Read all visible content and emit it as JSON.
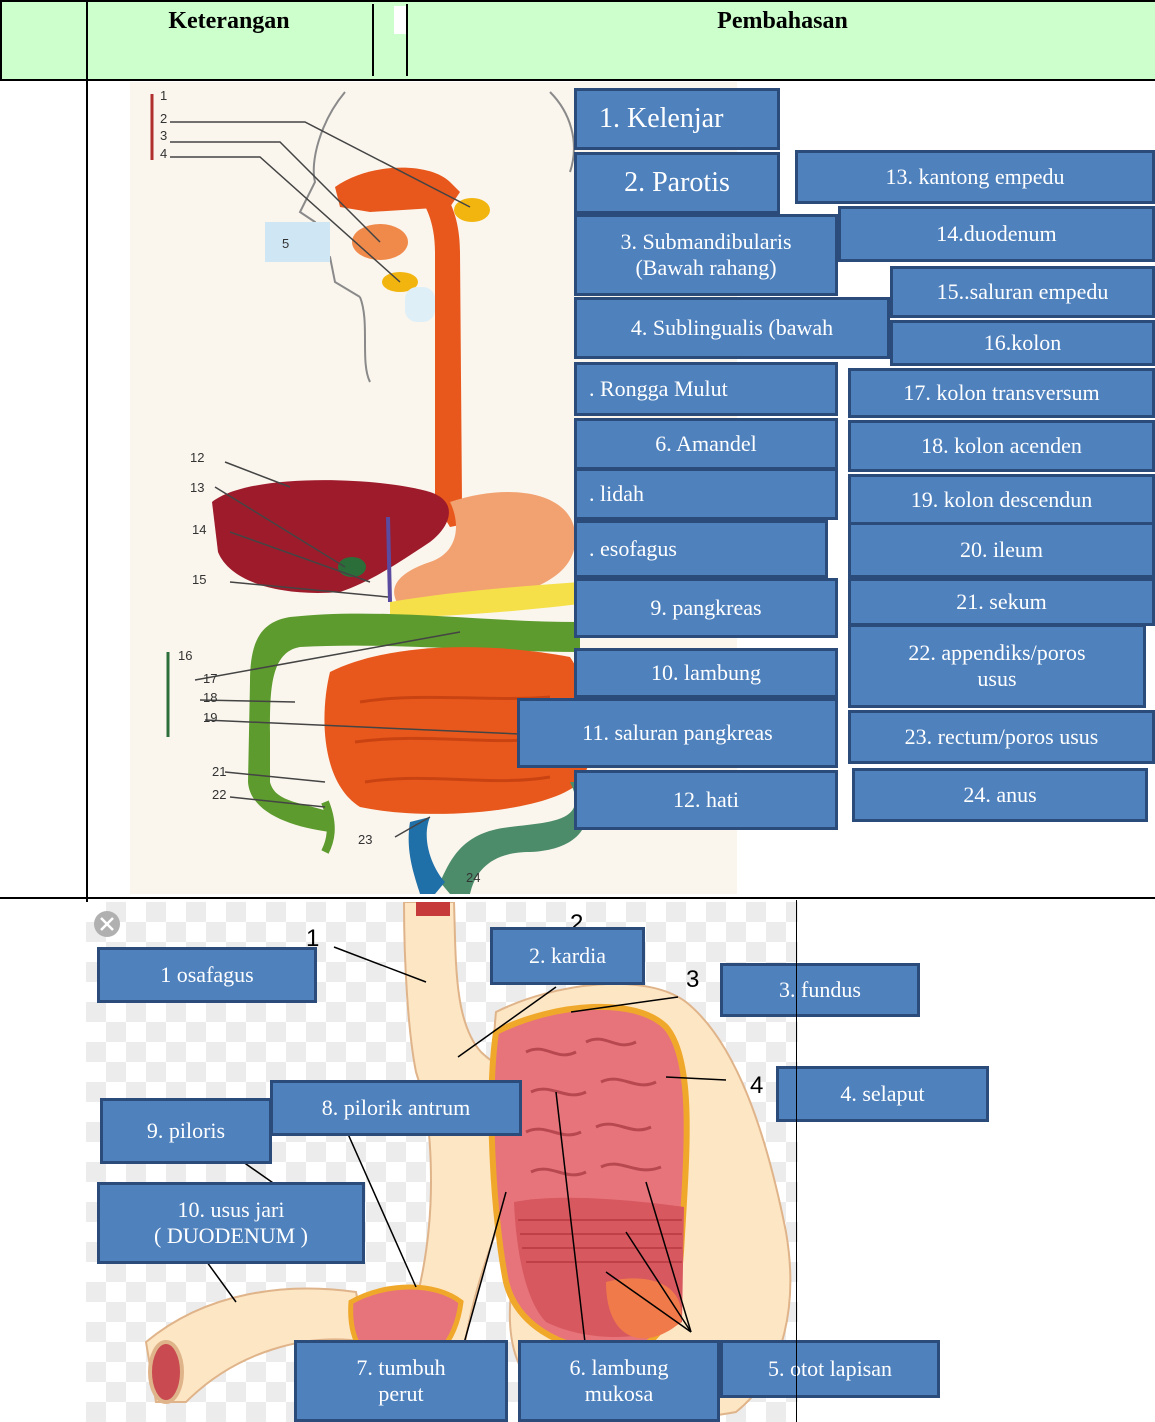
{
  "header": {
    "col_keterangan": "Keterangan",
    "col_pembahasan": "Pembahasan"
  },
  "diagram1": {
    "numbers": [
      "1",
      "2",
      "3",
      "4",
      "5",
      "12",
      "13",
      "14",
      "15",
      "16",
      "17",
      "18",
      "19",
      "21",
      "22",
      "23",
      "24"
    ],
    "labels": [
      "1. Kelenjar",
      "2.  Parotis",
      "3. Submandibularis\n(Bawah rahang)",
      "4. Sublingualis (bawah",
      ". Rongga Mulut",
      "6.  Amandel",
      ". lidah",
      ". esofagus",
      "9.  pangkreas",
      "10.  lambung",
      "11.  saluran pangkreas",
      "12. hati",
      "13. kantong empedu",
      "14.duodenum",
      "15..saluran empedu",
      "16.kolon",
      "17. kolon transversum",
      "18. kolon acenden",
      "19. kolon descendun",
      "20. ileum",
      "21. sekum",
      "22. appendiks/poros\nusus",
      "23. rectum/poros usus",
      "24. anus"
    ],
    "colors": {
      "liver": "#9e1b2b",
      "digestive": "#e8581c",
      "colon": "#5e9b2e",
      "gland": "#f2b50f",
      "label_fill": "#4f81bd"
    }
  },
  "diagram2": {
    "numbers": [
      "1",
      "2",
      "3",
      "4"
    ],
    "labels": [
      "1 osafagus",
      "2. kardia",
      "3. fundus",
      "4. selaput",
      "5. otot lapisan",
      "6. lambung\nmukosa",
      "7. tumbuh\nperut",
      "8. pilorik antrum",
      "9. piloris",
      "10. usus jari\n( DUODENUM )"
    ]
  }
}
